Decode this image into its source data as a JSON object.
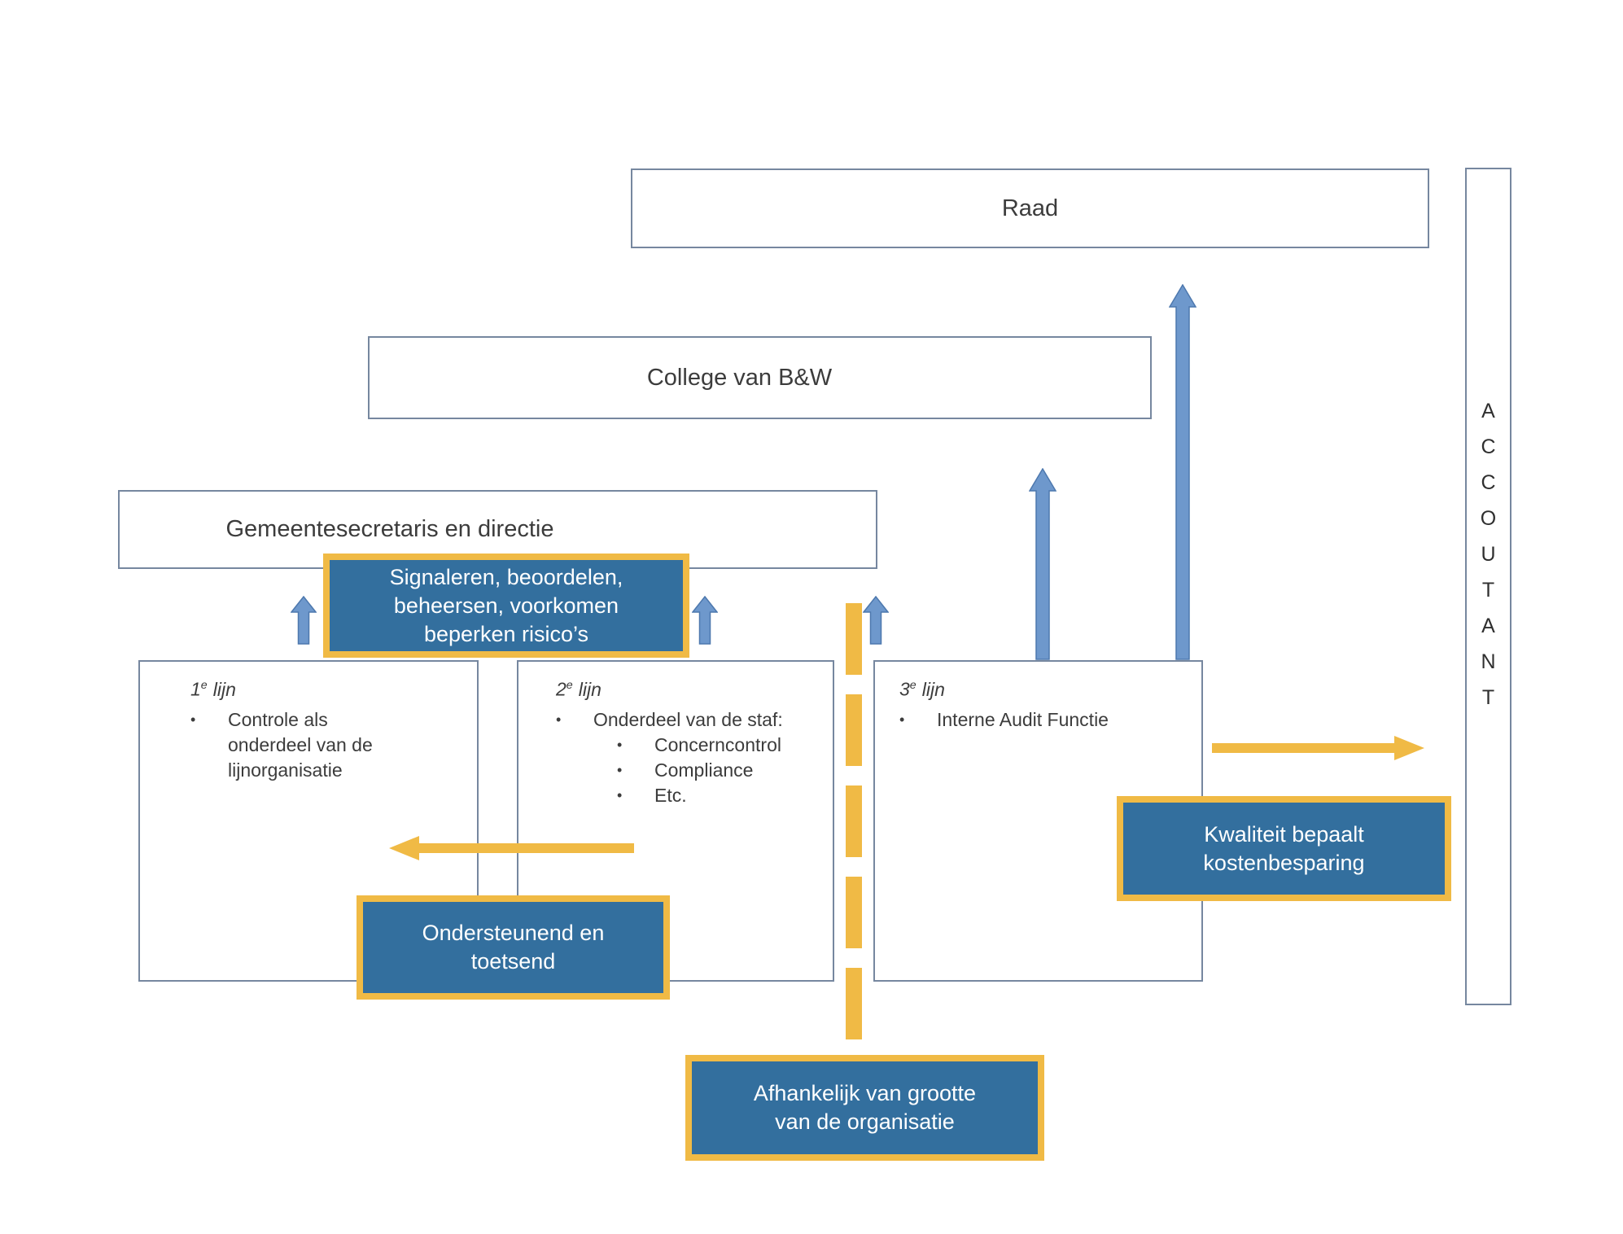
{
  "diagram": {
    "type": "governance-three-lines-of-defense",
    "language": "nl"
  },
  "boxes": {
    "raad": {
      "label": "Raad"
    },
    "college": {
      "label": "College van B&W"
    },
    "gemeente": {
      "label": "Gemeentesecretaris en directie"
    },
    "lijn1": {
      "num": "1",
      "sup": "e",
      "word": "lijn",
      "bullets": [
        "Controle als onderdeel van de lijnorganisatie"
      ]
    },
    "lijn2": {
      "num": "2",
      "sup": "e",
      "word": "lijn",
      "bullets": [
        "Onderdeel van de staf:"
      ],
      "sub_bullets": [
        "Concerncontrol",
        "Compliance",
        "Etc."
      ]
    },
    "lijn3": {
      "num": "3",
      "sup": "e",
      "word": "lijn",
      "bullets": [
        "Interne Audit Functie"
      ]
    },
    "accountant": {
      "letters": [
        "A",
        "C",
        "C",
        "O",
        "U",
        "T",
        "A",
        "N",
        "T"
      ]
    }
  },
  "callouts": {
    "signaleren": {
      "lines": [
        "Signaleren, beoordelen,",
        "beheersen, voorkomen",
        "beperken risico’s"
      ]
    },
    "ondersteunend": {
      "lines": [
        "Ondersteunend en",
        "toetsend"
      ]
    },
    "afhankelijk": {
      "lines": [
        "Afhankelijk van grootte",
        "van de organisatie"
      ]
    },
    "kwaliteit": {
      "lines": [
        "Kwaliteit bepaalt",
        "kostenbesparing"
      ]
    }
  },
  "connectors": {
    "blue_up_arrows_small": 3,
    "blue_up_arrow_to_college": 1,
    "blue_up_arrow_to_raad": 1,
    "yellow_left_arrow": 1,
    "yellow_right_arrow": 1,
    "yellow_dashed_divider": 1
  },
  "colors": {
    "box_border": "#76879f",
    "text_dark": "#3c3c3c",
    "callout_fill": "#336f9e",
    "callout_border": "#f0ba45",
    "callout_text": "#ffffff",
    "arrow_blue_fill": "#6e98cc",
    "arrow_blue_stroke": "#4d78ae",
    "arrow_yellow": "#f0ba45",
    "background": "#ffffff"
  }
}
